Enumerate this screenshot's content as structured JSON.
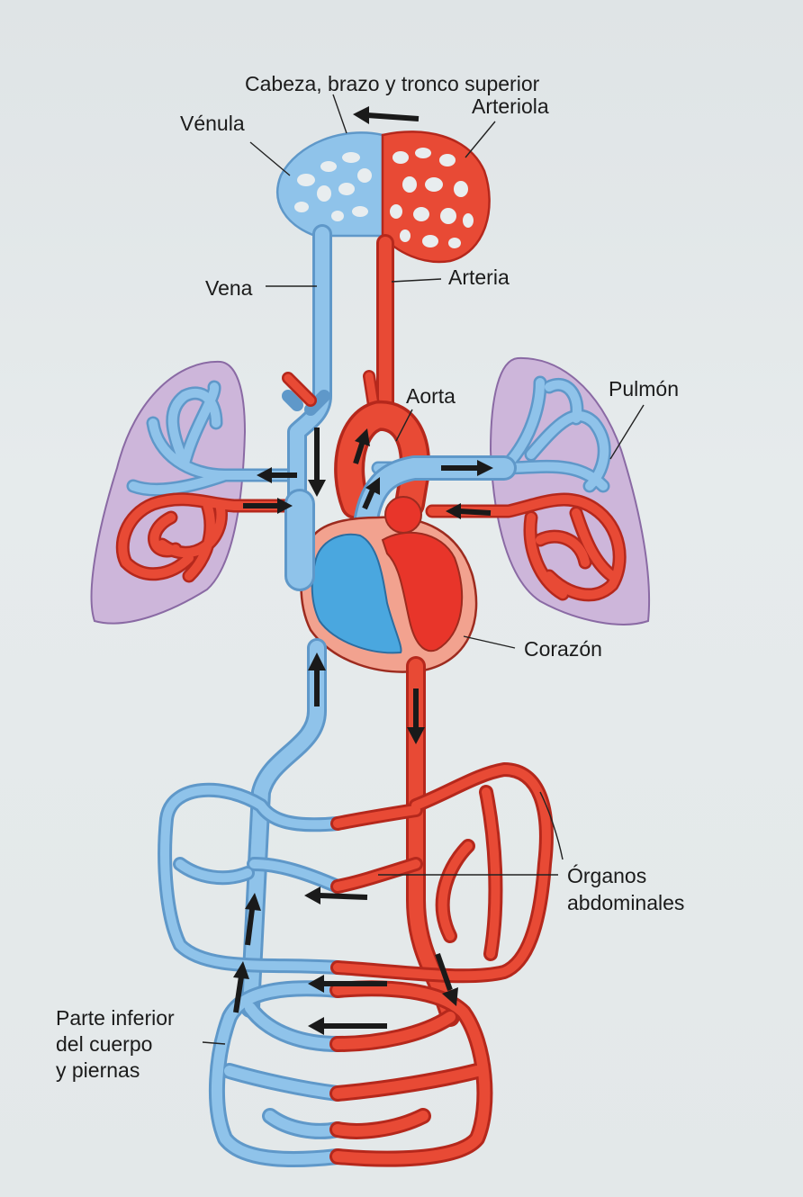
{
  "labels": {
    "head": "Cabeza, brazo y tronco superior",
    "venule": "Vénula",
    "arteriole": "Arteriola",
    "vein": "Vena",
    "artery": "Arteria",
    "aorta": "Aorta",
    "lung": "Pulmón",
    "heart": "Corazón",
    "abdominal_1": "Órganos",
    "abdominal_2": "abdominales",
    "lower_1": "Parte inferior",
    "lower_2": "del cuerpo",
    "lower_3": "y piernas"
  },
  "colors": {
    "deoxygenated": "#8fc3ea",
    "oxygenated": "#e84a35",
    "lung": "#c9b3d8",
    "heart_wall": "#f2a28f"
  }
}
